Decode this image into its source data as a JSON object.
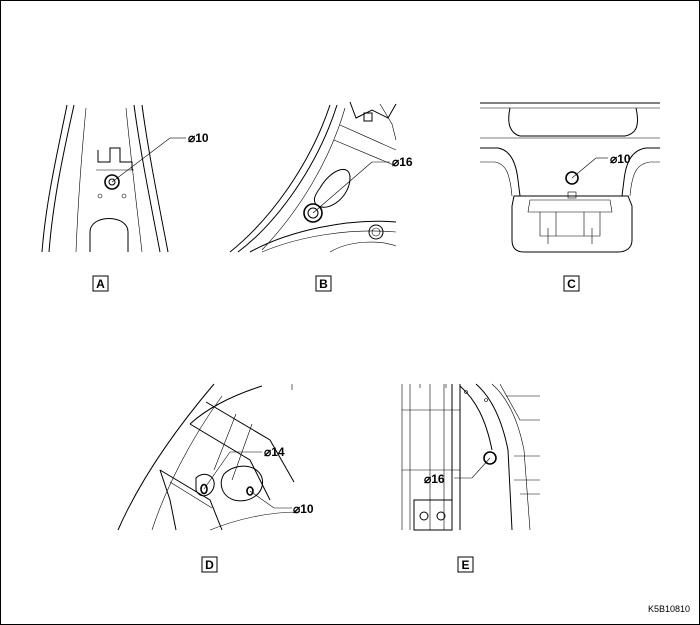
{
  "views": [
    {
      "label": "A",
      "diameter": "⌀10"
    },
    {
      "label": "B",
      "diameter": "⌀16"
    },
    {
      "label": "C",
      "diameter": "⌀10"
    },
    {
      "label": "D",
      "diameters": [
        "⌀14",
        "⌀10"
      ]
    },
    {
      "label": "E",
      "diameter": "⌀16"
    }
  ],
  "figure_code": "K5B10810"
}
